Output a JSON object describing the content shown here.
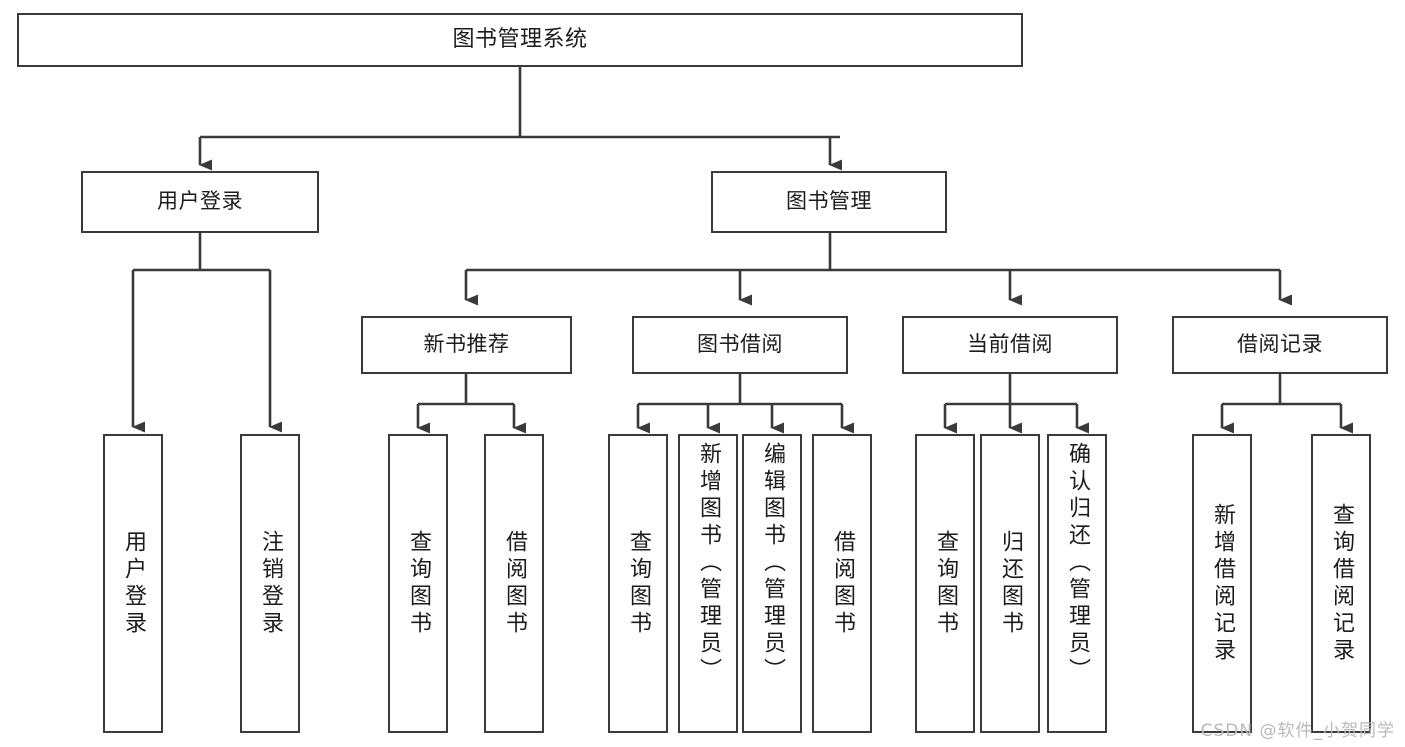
{
  "diagram": {
    "title": "图书管理系统",
    "type": "tree",
    "orientation": "top-down",
    "watermark": "CSDN @软件_小贺同学",
    "colors": {
      "stroke": "#3a3a3a",
      "fill": "#ffffff",
      "text": "#1c1c1c",
      "watermark": "#b9b9b9"
    },
    "levels": {
      "root": {
        "label": "图书管理系统"
      },
      "level1": [
        {
          "id": "user-login",
          "label": "用户登录"
        },
        {
          "id": "book-manage",
          "label": "图书管理"
        }
      ],
      "level2": [
        {
          "id": "new-book-recommend",
          "label": "新书推荐",
          "parent": "book-manage"
        },
        {
          "id": "book-borrow",
          "label": "图书借阅",
          "parent": "book-manage"
        },
        {
          "id": "current-borrow",
          "label": "当前借阅",
          "parent": "book-manage"
        },
        {
          "id": "borrow-record",
          "label": "借阅记录",
          "parent": "book-manage"
        }
      ],
      "leaves": [
        {
          "id": "leaf-user-login",
          "label": "用户登录",
          "parent": "user-login"
        },
        {
          "id": "leaf-logout",
          "label": "注销登录",
          "parent": "user-login"
        },
        {
          "id": "leaf-query-book-1",
          "label": "查询图书",
          "parent": "new-book-recommend"
        },
        {
          "id": "leaf-borrow-book-1",
          "label": "借阅图书",
          "parent": "new-book-recommend"
        },
        {
          "id": "leaf-query-book-2",
          "label": "查询图书",
          "parent": "book-borrow"
        },
        {
          "id": "leaf-add-book",
          "label": "新增图书（管理员）",
          "parent": "book-borrow"
        },
        {
          "id": "leaf-edit-book",
          "label": "编辑图书（管理员）",
          "parent": "book-borrow"
        },
        {
          "id": "leaf-borrow-book-2",
          "label": "借阅图书",
          "parent": "book-borrow"
        },
        {
          "id": "leaf-query-book-3",
          "label": "查询图书",
          "parent": "current-borrow"
        },
        {
          "id": "leaf-return-book",
          "label": "归还图书",
          "parent": "current-borrow"
        },
        {
          "id": "leaf-confirm-return",
          "label": "确认归还（管理员）",
          "parent": "current-borrow"
        },
        {
          "id": "leaf-add-record",
          "label": "新增借阅记录",
          "parent": "borrow-record"
        },
        {
          "id": "leaf-query-record",
          "label": "查询借阅记录",
          "parent": "borrow-record"
        }
      ]
    }
  }
}
